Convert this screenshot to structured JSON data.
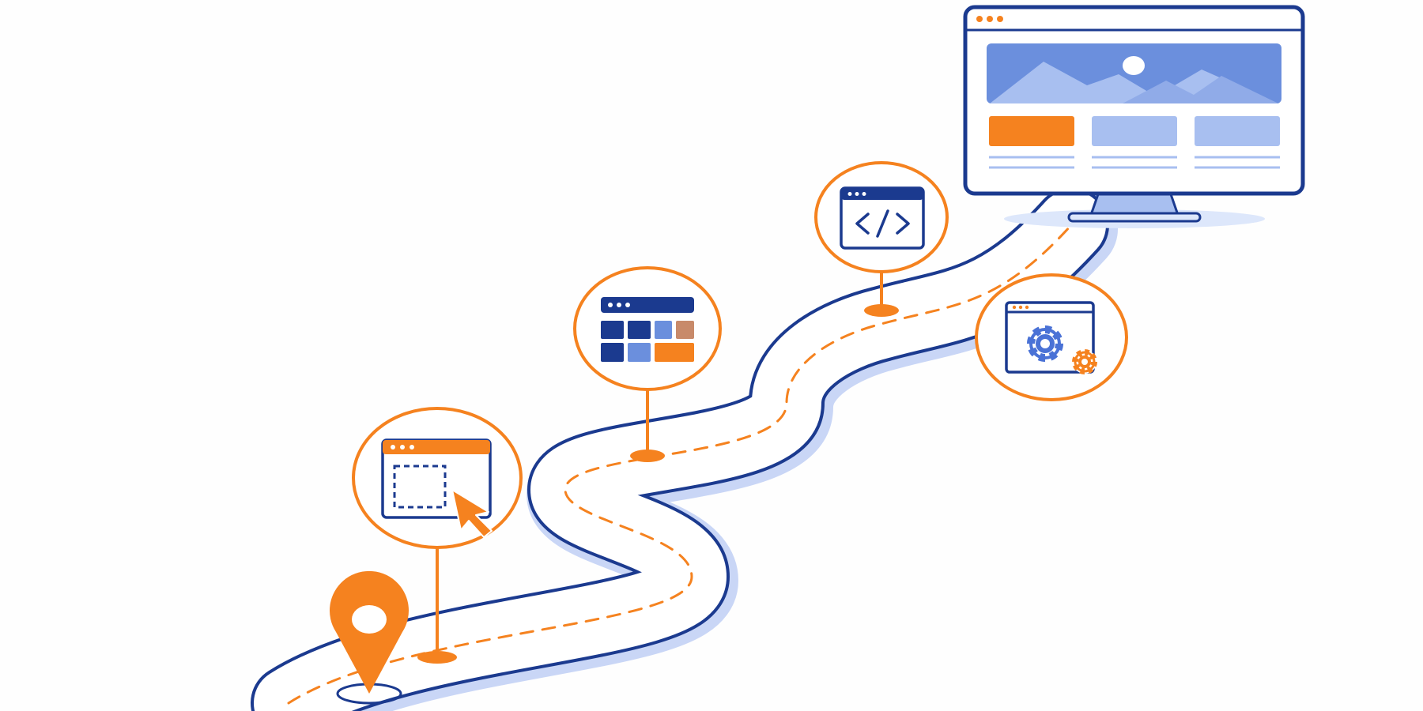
{
  "diagram": {
    "type": "journey-roadmap",
    "colors": {
      "background": "#fefefe",
      "accent": "#f5821f",
      "primary": "#1b3a8f",
      "secondary": "#6b8fdd",
      "light": "#a8bff0",
      "pale": "#dde7fb",
      "white": "#ffffff"
    },
    "start": {
      "icon": "location-pin-icon"
    },
    "milestones": [
      {
        "id": 1,
        "icon": "browser-selection-cursor-icon"
      },
      {
        "id": 2,
        "icon": "layout-grid-icon"
      },
      {
        "id": 3,
        "icon": "code-window-icon"
      },
      {
        "id": 4,
        "icon": "settings-gears-icon"
      }
    ],
    "destination": {
      "icon": "desktop-website-icon"
    }
  }
}
